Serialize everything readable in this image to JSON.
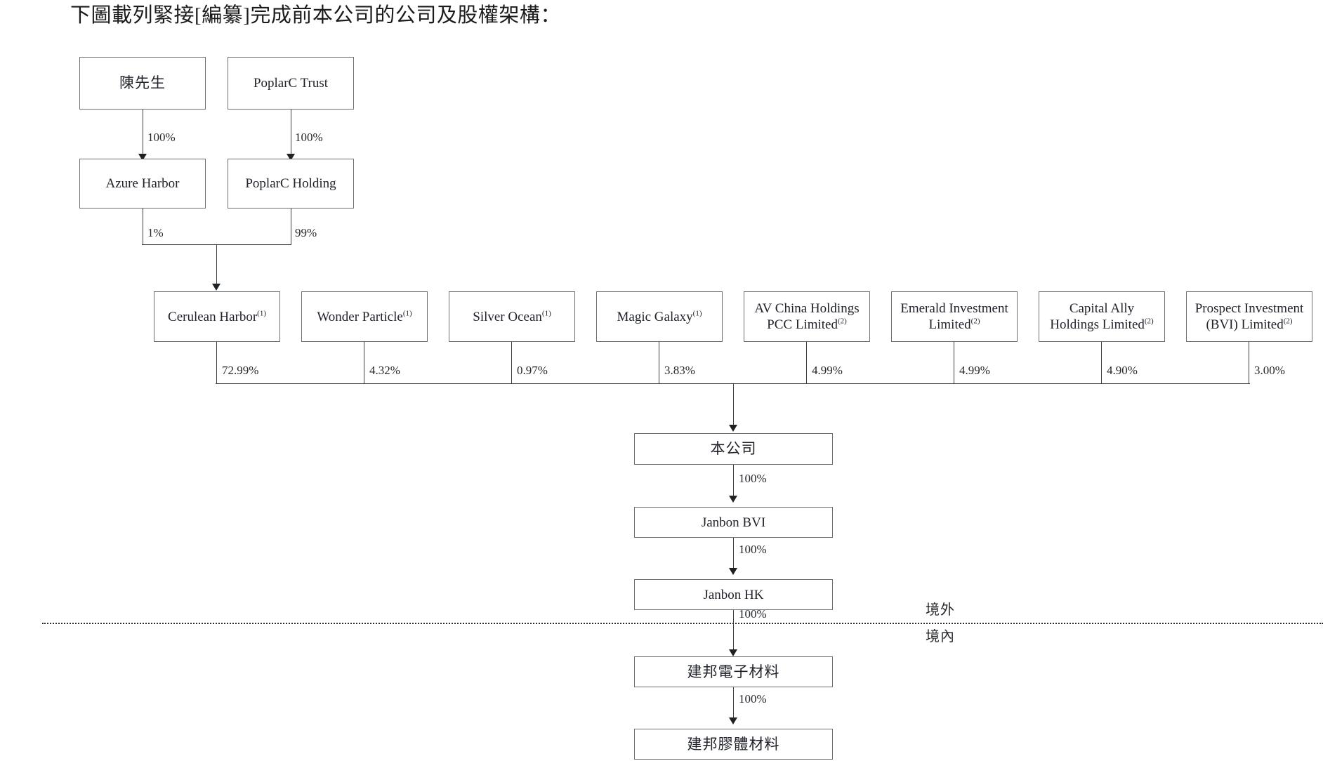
{
  "heading": "下圖載列緊接[編纂]完成前本公司的公司及股權架構：",
  "zones": {
    "offshore": "境外",
    "onshore": "境內"
  },
  "top_level": [
    {
      "label": "陳先生",
      "lang": "cn"
    },
    {
      "label": "PoplarC Trust",
      "lang": "en"
    }
  ],
  "second_level": [
    {
      "label": "Azure Harbor",
      "lang": "en"
    },
    {
      "label": "PoplarC Holding",
      "lang": "en"
    }
  ],
  "top_edges": [
    {
      "from": "陳先生",
      "to": "Azure Harbor",
      "pct": "100%"
    },
    {
      "from": "PoplarC Trust",
      "to": "PoplarC Holding",
      "pct": "100%"
    }
  ],
  "merge_edges": [
    {
      "from": "Azure Harbor",
      "to": "Cerulean Harbor",
      "pct": "1%"
    },
    {
      "from": "PoplarC Holding",
      "to": "Cerulean Harbor",
      "pct": "99%"
    }
  ],
  "shareholders": [
    {
      "name": "Cerulean Harbor",
      "note": "(1)",
      "pct": "72.99%",
      "lines": [
        "Cerulean Harbor"
      ]
    },
    {
      "name": "Wonder Particle",
      "note": "(1)",
      "pct": "4.32%",
      "lines": [
        "Wonder Particle"
      ]
    },
    {
      "name": "Silver Ocean",
      "note": "(1)",
      "pct": "0.97%",
      "lines": [
        "Silver Ocean"
      ]
    },
    {
      "name": "Magic Galaxy",
      "note": "(1)",
      "pct": "3.83%",
      "lines": [
        "Magic Galaxy"
      ]
    },
    {
      "name": "AV China Holdings PCC Limited",
      "note": "(2)",
      "pct": "4.99%",
      "lines": [
        "AV China Holdings",
        "PCC Limited"
      ]
    },
    {
      "name": "Emerald Investment Limited",
      "note": "(2)",
      "pct": "4.99%",
      "lines": [
        "Emerald Investment",
        "Limited"
      ]
    },
    {
      "name": "Capital Ally Holdings Limited",
      "note": "(2)",
      "pct": "4.90%",
      "lines": [
        "Capital Ally",
        "Holdings Limited"
      ]
    },
    {
      "name": "Prospect Investment (BVI) Limited",
      "note": "(2)",
      "pct": "3.00%",
      "lines": [
        "Prospect Investment",
        "(BVI) Limited"
      ]
    }
  ],
  "chain": [
    {
      "label": "本公司",
      "lang": "cn",
      "zone": "offshore"
    },
    {
      "label": "Janbon BVI",
      "lang": "en",
      "zone": "offshore"
    },
    {
      "label": "Janbon HK",
      "lang": "en",
      "zone": "offshore"
    },
    {
      "label": "建邦電子材料",
      "lang": "cn",
      "zone": "onshore"
    },
    {
      "label": "建邦膠體材料",
      "lang": "cn",
      "zone": "onshore"
    }
  ],
  "chain_edges": [
    {
      "from": "本公司",
      "to": "Janbon BVI",
      "pct": "100%"
    },
    {
      "from": "Janbon BVI",
      "to": "Janbon HK",
      "pct": "100%"
    },
    {
      "from": "Janbon HK",
      "to": "建邦電子材料",
      "pct": "100%"
    },
    {
      "from": "建邦電子材料",
      "to": "建邦膠體材料",
      "pct": "100%"
    }
  ],
  "colors": {
    "box_border": "#6b6f72",
    "line": "#3b3f44",
    "text": "#20232b",
    "background": "#ffffff"
  }
}
